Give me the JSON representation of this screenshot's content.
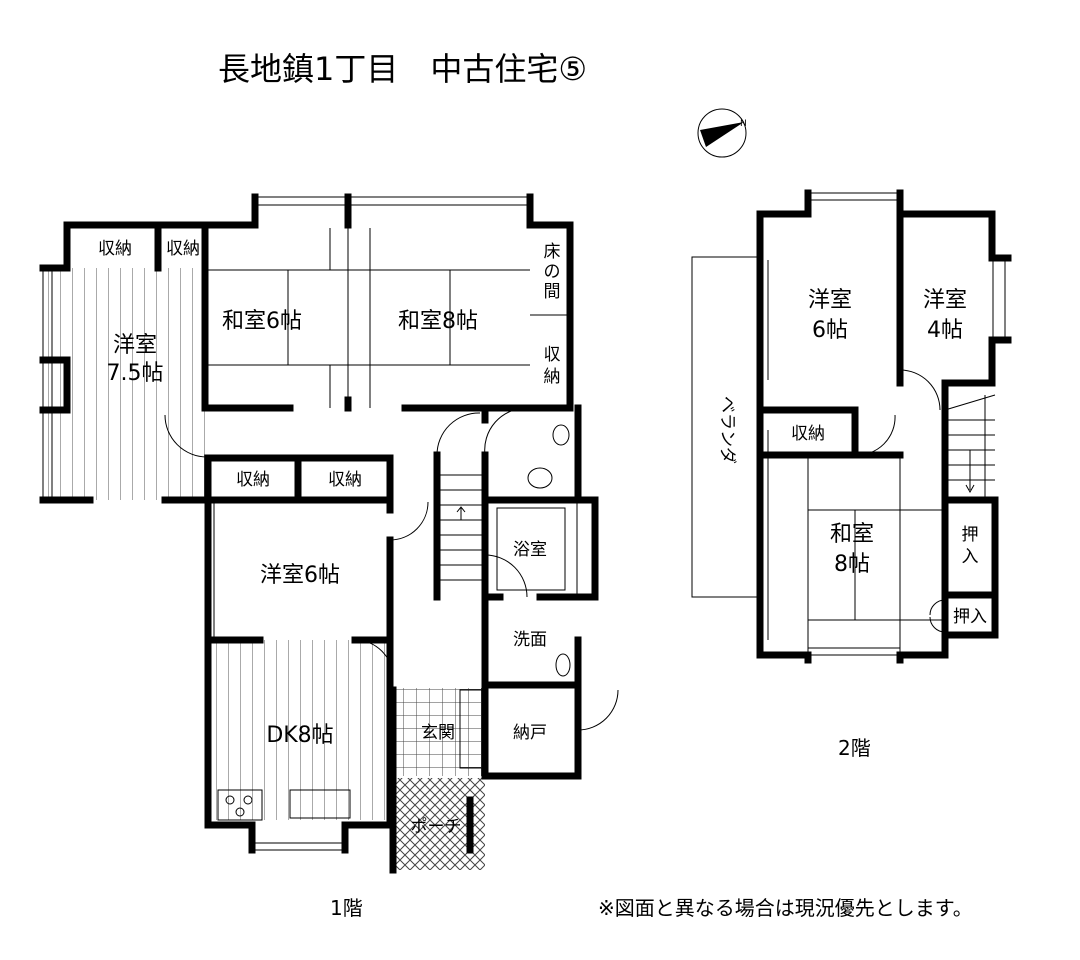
{
  "title": "長地鎮1丁目　中古住宅⑤",
  "compass": {
    "label": "N"
  },
  "floor1": {
    "label": "1階",
    "rooms": {
      "yoshitsu75_a": "洋室",
      "yoshitsu75_b": "7.5帖",
      "storage1": "収納",
      "storage2": "収納",
      "washitsu6": "和室6帖",
      "washitsu8": "和室8帖",
      "tokonoma_1": "床",
      "tokonoma_2": "の",
      "tokonoma_3": "間",
      "storage3_a": "収",
      "storage3_b": "納",
      "storage4": "収納",
      "storage5": "収納",
      "yoshitsu6": "洋室6帖",
      "dk": "DK8帖",
      "bath": "浴室",
      "washroom": "洗面",
      "genkan": "玄関",
      "nando": "納戸",
      "porch": "ポーチ"
    }
  },
  "floor2": {
    "label": "2階",
    "rooms": {
      "veranda": "ベランダ",
      "yoshitsu6_a": "洋室",
      "yoshitsu6_b": "6帖",
      "yoshitsu4_a": "洋室",
      "yoshitsu4_b": "4帖",
      "storage": "収納",
      "washitsu8_a": "和室",
      "washitsu8_b": "8帖",
      "oshiire1_a": "押",
      "oshiire1_b": "入",
      "oshiire2": "押入"
    }
  },
  "note": "※図面と異なる場合は現況優先とします。"
}
